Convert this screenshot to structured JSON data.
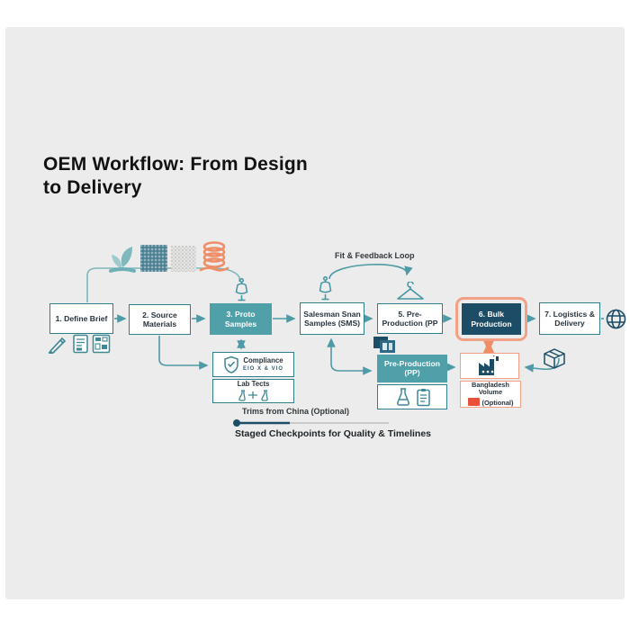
{
  "title": "OEM Workflow: From Design to Delivery",
  "flow": {
    "steps": [
      {
        "label": "1. Define Brief",
        "variant": "white"
      },
      {
        "label": "2. Source Materials",
        "variant": "white"
      },
      {
        "label": "3. Proto Samples",
        "variant": "teal"
      },
      {
        "label": "Salesman Snan Samples (SMS)",
        "variant": "white"
      },
      {
        "label": "5. Pre-Production (PP",
        "variant": "white"
      },
      {
        "label": "6. Bulk Production",
        "variant": "navy-highlighted"
      },
      {
        "label": "7. Logistics & Delivery",
        "variant": "white"
      }
    ]
  },
  "annotations": {
    "fit_feedback_label": "Fit & Feedback Loop",
    "compliance_label": "Compliance",
    "compliance_certs": "EIO X & VIO",
    "lab_tests_label": "Lab Tects",
    "pre_production_label": "Pre-Production (PP)",
    "bangladesh_label": "Bangladesh Volume",
    "bangladesh_optional": "(Optional)",
    "trims_label": "Trims from China (Optional)",
    "checkpoints_label": "Staged Checkpoints for Quality & Timelines"
  },
  "icons": {
    "top_row": [
      "leaf-icon",
      "fabric-swatch-dark-icon",
      "fabric-swatch-light-icon",
      "yarn-spool-icon"
    ],
    "step1": [
      "pencil-icon",
      "document-icon",
      "techpack-grid-icon"
    ],
    "misc": [
      "mannequin-icon",
      "hanger-icon",
      "shield-check-icon",
      "flask-icon",
      "clipboard-icon",
      "swatch-stack-icon",
      "factory-icon",
      "globe-icon",
      "package-icon"
    ]
  },
  "colors": {
    "background": "#ebeceb",
    "teal": "#4fa0a8",
    "teal_dark": "#2e7f8c",
    "navy": "#1d4d66",
    "peach": "#f2a184",
    "orange_arrow": "#ef8e66",
    "red": "#e8503a"
  }
}
